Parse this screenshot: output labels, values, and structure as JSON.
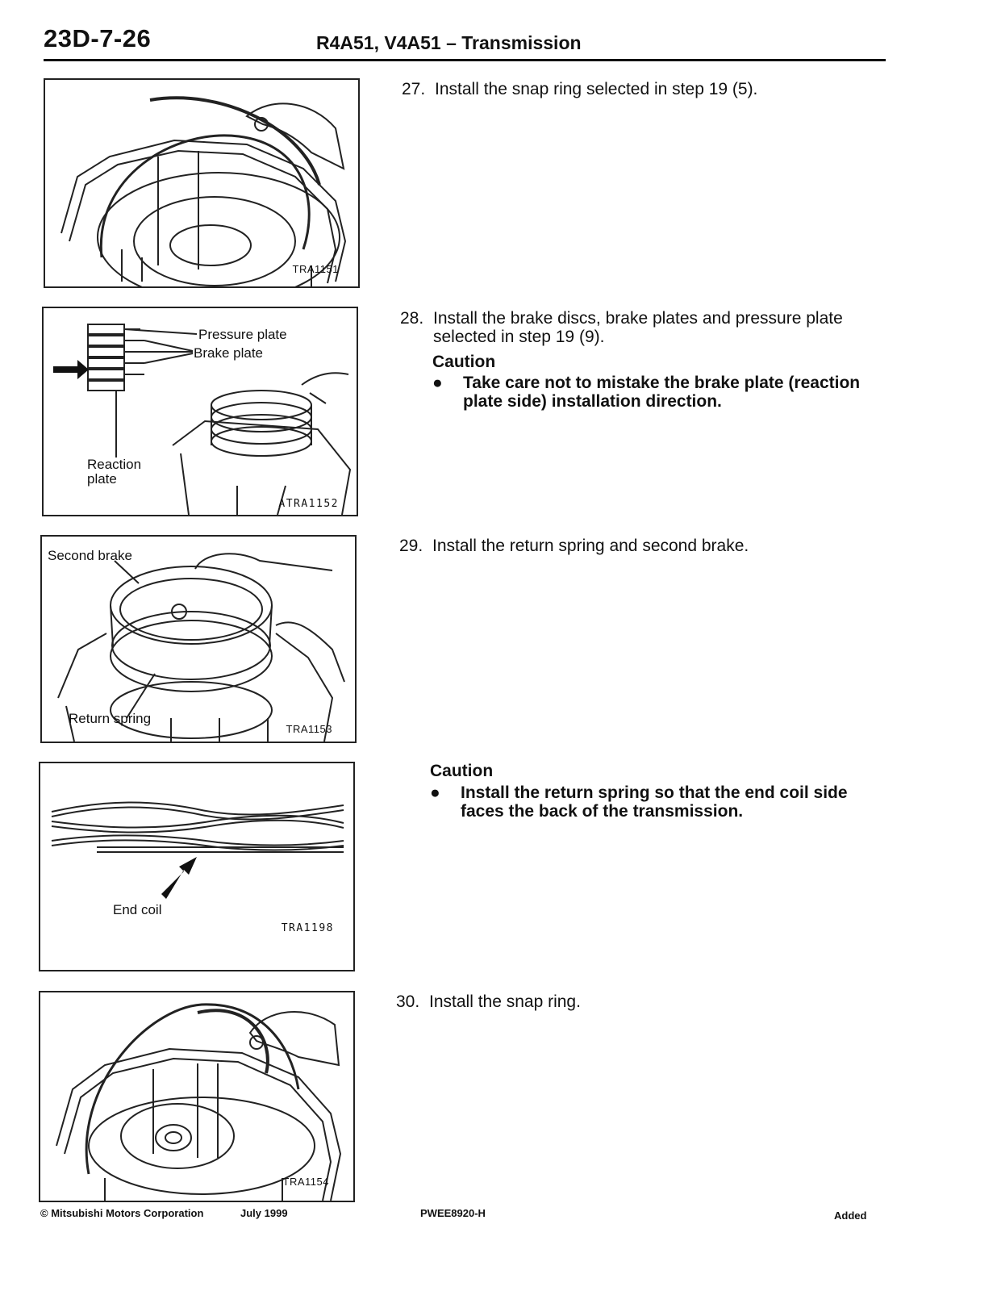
{
  "header": {
    "page_number": "23D-7-26",
    "title": "R4A51, V4A51 – Transmission"
  },
  "figures": [
    {
      "code": "TRA1151",
      "labels": []
    },
    {
      "code": "ATRA1152",
      "labels": [
        "Pressure plate",
        "Brake plate",
        "Reaction",
        "plate"
      ]
    },
    {
      "code": "TRA1153",
      "labels": [
        "Second brake",
        "Return spring"
      ]
    },
    {
      "code": "TRA1198",
      "labels": [
        "End coil"
      ]
    },
    {
      "code": "TRA1154",
      "labels": []
    }
  ],
  "steps": [
    {
      "number": "27.",
      "text": "Install the snap ring selected in step 19 (5)."
    },
    {
      "number": "28.",
      "text_line1": "Install the brake discs, brake plates and pressure plate",
      "text_line2": "selected in step 19 (9)."
    },
    {
      "number": "29.",
      "text": "Install the return spring and second brake."
    },
    {
      "number": "30.",
      "text": "Install the snap ring."
    }
  ],
  "cautions": [
    {
      "title": "Caution",
      "bullet": "●",
      "line1": "Take care not to mistake the brake plate (reaction",
      "line2": "plate side) installation direction."
    },
    {
      "title": "Caution",
      "bullet": "●",
      "line1": "Install the return spring so that the end coil side",
      "line2": "faces the back of the transmission."
    }
  ],
  "footer": {
    "copyright": "© Mitsubishi Motors Corporation",
    "date": "July 1999",
    "doc_code": "PWEE8920-H",
    "status": "Added"
  }
}
